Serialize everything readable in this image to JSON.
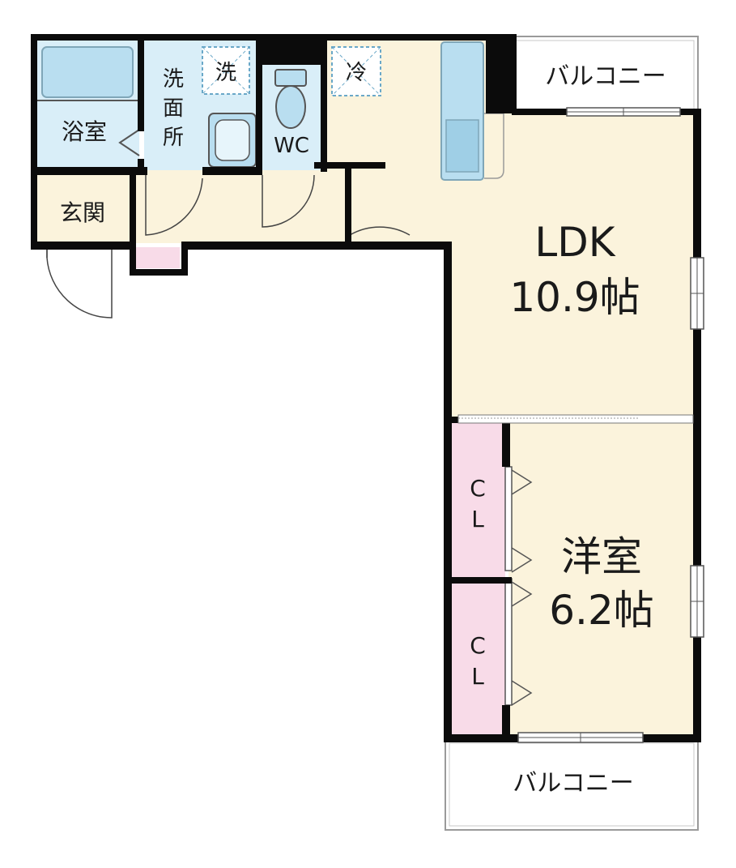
{
  "rooms": {
    "ldk": {
      "name": "LDK",
      "size": "10.9帖"
    },
    "western": {
      "name": "洋室",
      "size": "6.2帖"
    },
    "bath": {
      "name": "浴室"
    },
    "washroom": {
      "line1": "洗",
      "line2": "面",
      "line3": "所"
    },
    "wc": {
      "name": "WC"
    },
    "entrance": {
      "name": "玄関"
    },
    "balcony_top": {
      "name": "バルコニー"
    },
    "balcony_bottom": {
      "name": "バルコニー"
    },
    "closet_1": {
      "line1": "C",
      "line2": "L"
    },
    "closet_2": {
      "line1": "C",
      "line2": "L"
    }
  },
  "appliance_marks": {
    "washer": "洗",
    "fridge": "冷"
  },
  "colors": {
    "floor": "#fbf3dc",
    "wet_area": "#d9eef8",
    "closet": "#f8dbe8",
    "wall": "#0b0b0b",
    "fixture": "#b9def0"
  }
}
